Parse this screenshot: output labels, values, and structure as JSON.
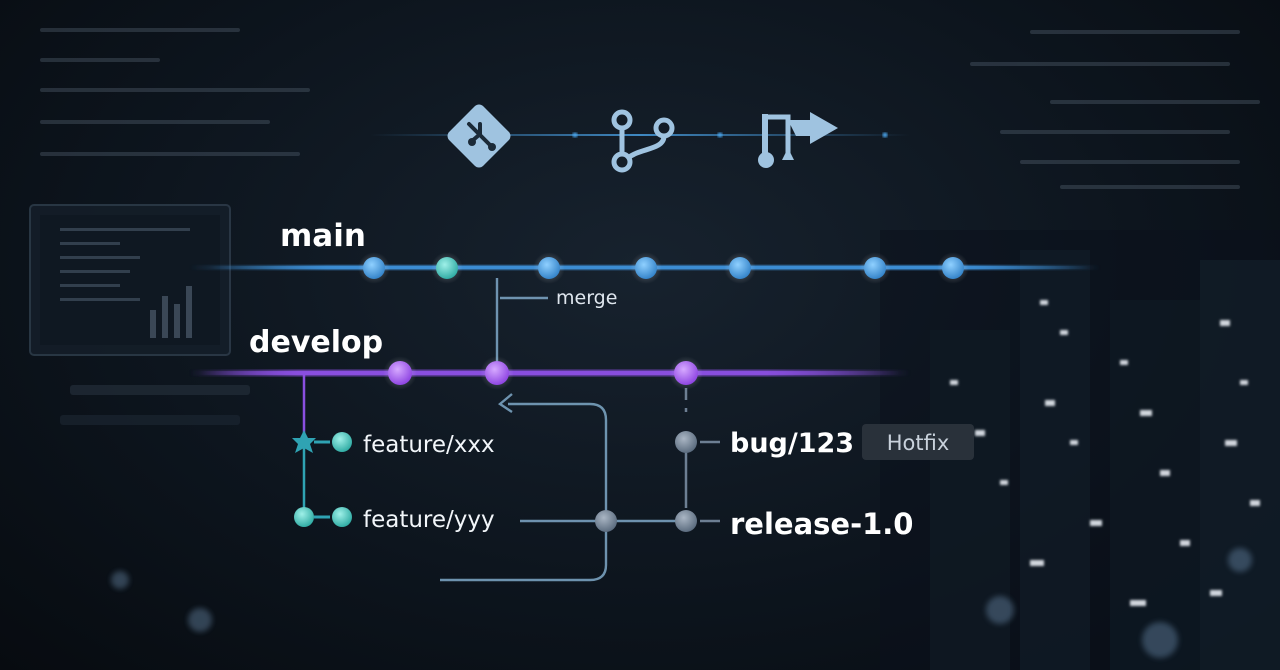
{
  "branches": {
    "main": "main",
    "develop": "develop",
    "feature_xxx": "feature/xxx",
    "feature_yyy": "feature/yyy",
    "bug": "bug/123",
    "release": "release-1.0"
  },
  "annotations": {
    "merge": "merge",
    "hotfix_badge": "Hotfix"
  },
  "icons": [
    "git-logo-icon",
    "branch-icon",
    "pull-request-icon"
  ],
  "colors": {
    "main_line": "#3d8fd6",
    "develop_line": "#8a4fe0",
    "feature_line": "#2fa3b3",
    "release_line": "#6d7f93",
    "connector": "#7fa9c8"
  }
}
